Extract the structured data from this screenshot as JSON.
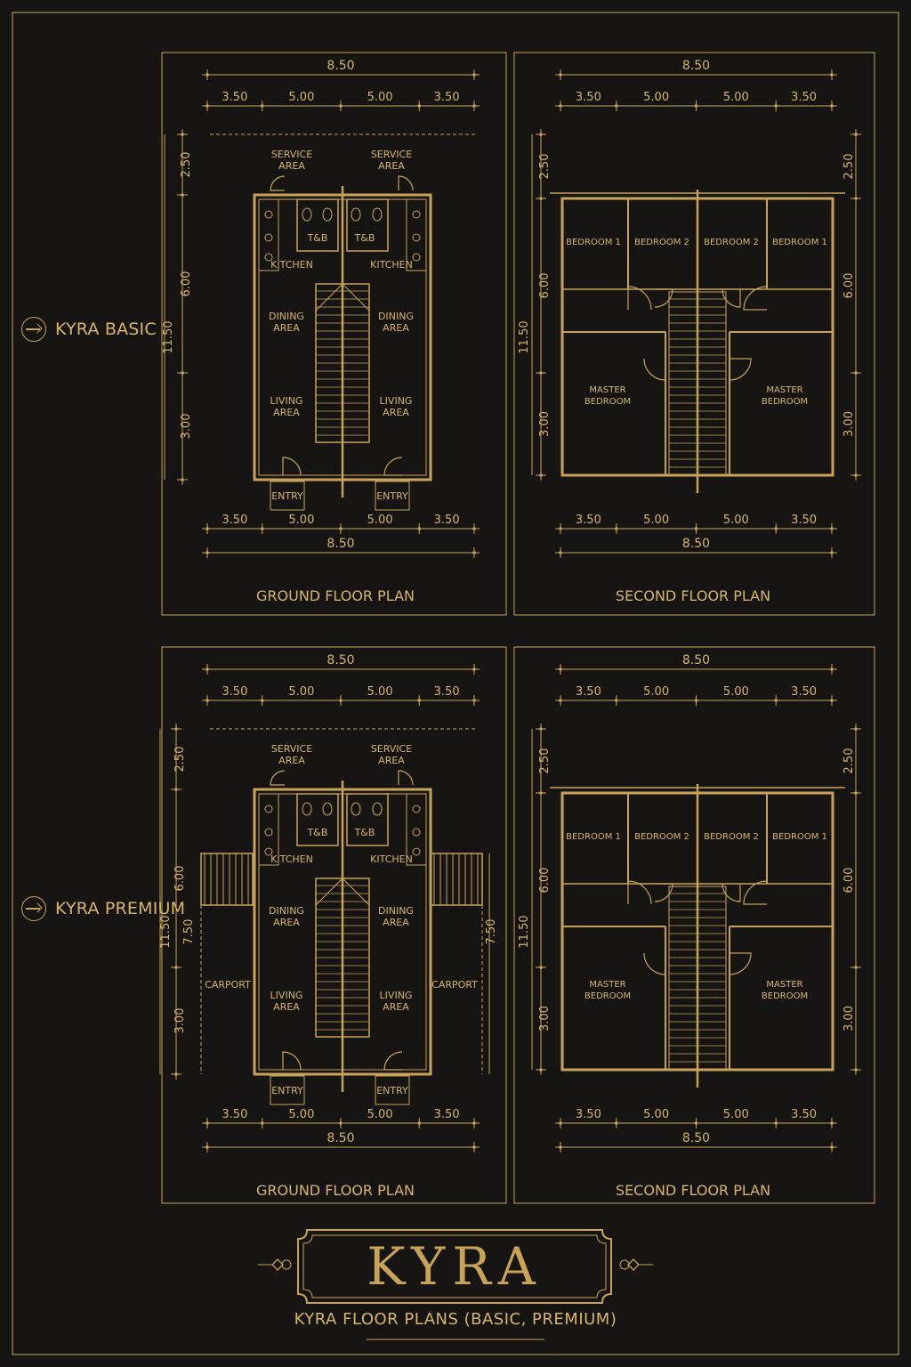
{
  "legend": {
    "basic": "KYRA BASIC",
    "premium": "KYRA PREMIUM"
  },
  "dimensions": {
    "overall_width": "8.50",
    "segments": [
      "3.50",
      "5.00",
      "5.00",
      "3.50"
    ],
    "overall_depth": "11.50",
    "depth_segments": [
      "2.50",
      "6.00",
      "3.00"
    ],
    "carport_depth": "7.50"
  },
  "ground_floor": {
    "title": "GROUND FLOOR PLAN",
    "service_area": [
      "SERVICE",
      "AREA"
    ],
    "tb": "T&B",
    "kitchen": "KITCHEN",
    "dining": [
      "DINING",
      "AREA"
    ],
    "living": [
      "LIVING",
      "AREA"
    ],
    "entry": "ENTRY",
    "carport": "CARPORT"
  },
  "second_floor": {
    "title": "SECOND FLOOR PLAN",
    "bedroom1": "BEDROOM 1",
    "bedroom2": "BEDROOM 2",
    "master": [
      "MASTER",
      "BEDROOM"
    ]
  },
  "brand": {
    "name": "KYRA",
    "subtitle": "KYRA FLOOR PLANS (BASIC, PREMIUM)"
  },
  "colors": {
    "background": "#161514",
    "gold": "#c9a25a",
    "gold_light": "#d7b46e"
  }
}
